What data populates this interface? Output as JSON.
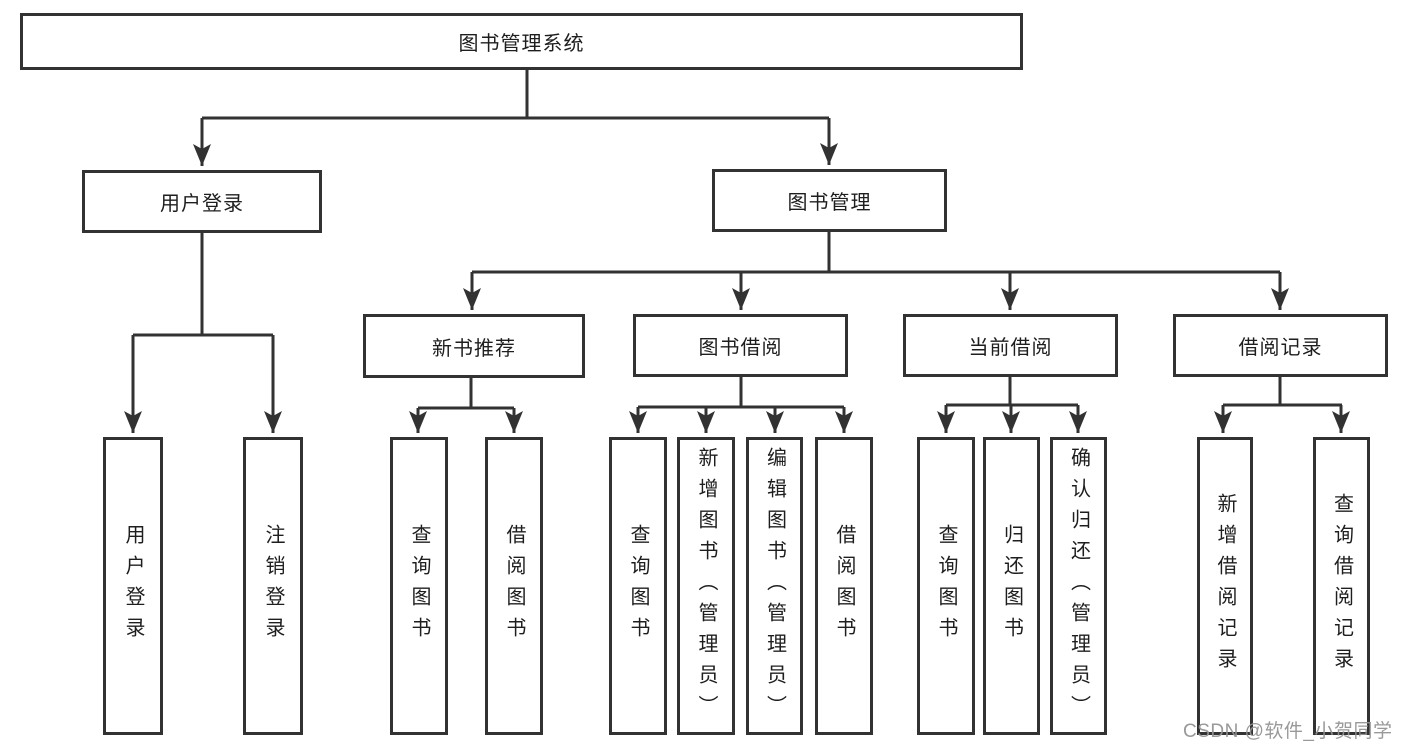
{
  "diagram": {
    "root": {
      "label": "图书管理系统"
    },
    "level2": [
      {
        "label": "用户登录"
      },
      {
        "label": "图书管理"
      }
    ],
    "level3": [
      {
        "label": "新书推荐"
      },
      {
        "label": "图书借阅"
      },
      {
        "label": "当前借阅"
      },
      {
        "label": "借阅记录"
      }
    ],
    "leaves": {
      "user_login": [
        {
          "label": "用户登录"
        },
        {
          "label": "注销登录"
        }
      ],
      "new_book": [
        {
          "label": "查询图书"
        },
        {
          "label": "借阅图书"
        }
      ],
      "book_borrow": [
        {
          "label": "查询图书"
        },
        {
          "label": "新增图书（管理员）"
        },
        {
          "label": "编辑图书（管理员）"
        },
        {
          "label": "借阅图书"
        }
      ],
      "current_borrow": [
        {
          "label": "查询图书"
        },
        {
          "label": "归还图书"
        },
        {
          "label": "确认归还（管理员）"
        }
      ],
      "borrow_records": [
        {
          "label": "新增借阅记录"
        },
        {
          "label": "查询借阅记录"
        }
      ]
    },
    "watermark": "CSDN @软件_小贺同学",
    "colors": {
      "line": "#323232",
      "text": "#1e1e1e",
      "watermark": "#949494",
      "background": "#ffffff"
    }
  }
}
